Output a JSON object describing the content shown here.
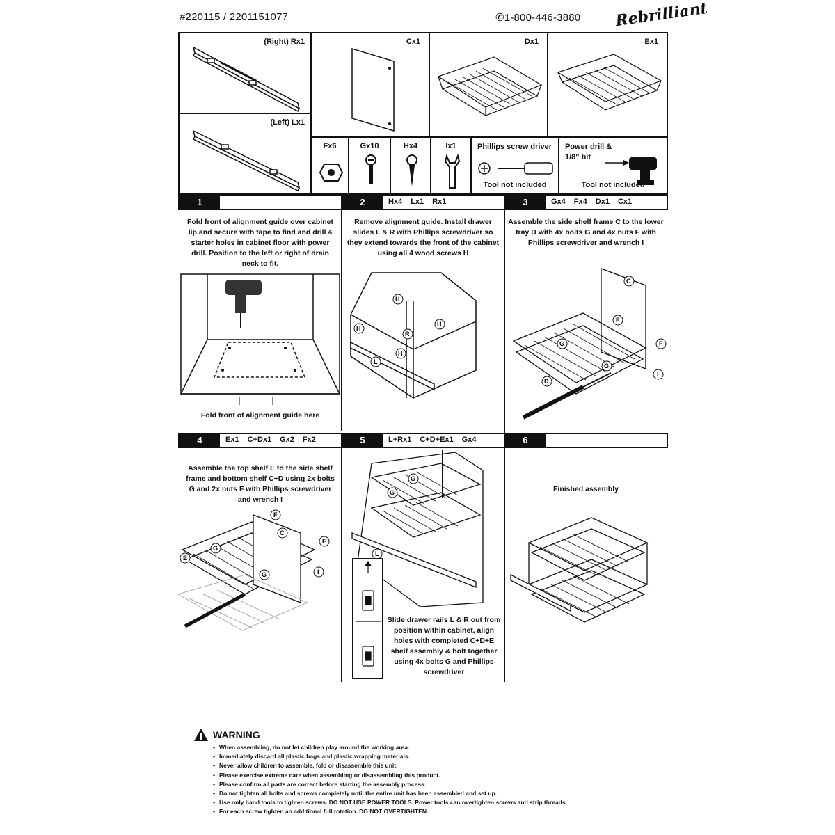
{
  "header": {
    "model": "#220115 / 2201151077",
    "phone": "1-800-446-3880",
    "logo_text": "Rebrilliant"
  },
  "parts": {
    "right_rail": "(Right) Rx1",
    "left_rail": "(Left) Lx1",
    "c": "Cx1",
    "d": "Dx1",
    "e": "Ex1",
    "f": "Fx6",
    "g": "Gx10",
    "h": "Hx4",
    "i": "Ix1",
    "screwdriver": "Phillips screw driver",
    "screwdriver_note": "Tool not included",
    "drill": "Power drill & 1/8\" bit",
    "drill_note": "Tool not included"
  },
  "steps": {
    "s1": {
      "num": "1",
      "parts": [],
      "text": "Fold front of alignment guide over cabinet lip and secure with tape to find and drill 4 starter holes in cabinet floor with power drill. Position to the left or right of drain neck to fit.",
      "caption": "Fold front of alignment guide here"
    },
    "s2": {
      "num": "2",
      "parts": [
        "Hx4",
        "Lx1",
        "Rx1"
      ],
      "text": "Remove alignment guide. Install drawer slides L & R with Phillips screwdriver so they extend towards the front of the cabinet using all 4 wood screws H"
    },
    "s3": {
      "num": "3",
      "parts": [
        "Gx4",
        "Fx4",
        "Dx1",
        "Cx1"
      ],
      "text": "Assemble the side shelf frame C to the lower tray D with 4x bolts G and 4x nuts F with Phillips screwdriver and wrench I"
    },
    "s4": {
      "num": "4",
      "parts": [
        "Ex1",
        "C+Dx1",
        "Gx2",
        "Fx2"
      ],
      "text": "Assemble the top shelf E to the side shelf frame and bottom shelf C+D using 2x bolts G and 2x nuts F with Phillips screwdriver and wrench I"
    },
    "s5": {
      "num": "5",
      "parts": [
        "L+Rx1",
        "C+D+Ex1",
        "Gx4"
      ],
      "text": "Slide drawer rails L & R out from position within cabinet, align holes with completed C+D+E shelf assembly & bolt together using 4x bolts G and Phillips screwdriver"
    },
    "s6": {
      "num": "6",
      "parts": [],
      "text": "Finished assembly"
    }
  },
  "warning": {
    "title": "WARNING",
    "items": [
      "When assembling, do not let children play around the working area.",
      "Immediately discard all plastic bags and plastic wrapping materials.",
      "Never allow children to assemble, fold or disassemble this unit.",
      "Please exercise extreme care when assembling or disassembling this product.",
      "Please confirm all parts are correct before starting the assembly process.",
      "Do not tighten all bolts and screws completely until the entire unit has been assembled and set up.",
      "Use only hand tools to tighten screws. DO NOT USE POWER TOOLS. Power tools can overtighten screws and strip threads.",
      "For each screw tighten an additional full rotation. DO NOT OVERTIGHTEN."
    ]
  }
}
